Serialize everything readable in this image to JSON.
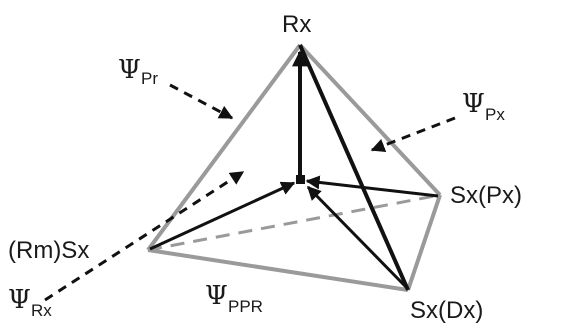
{
  "vertices": {
    "top": "Rx",
    "left": "(Rm)Sx",
    "right": "Sx(Px)",
    "bottom": "Sx(Dx)"
  },
  "psi_labels": {
    "symbol": "Ψ",
    "pr": "Pr",
    "px": "Px",
    "rx": "Rx",
    "ppr": "PPR"
  },
  "colors": {
    "edge_gray": "#9a9a9a",
    "dashed_gray": "#9a9a9a",
    "arrow_black": "#111111"
  }
}
